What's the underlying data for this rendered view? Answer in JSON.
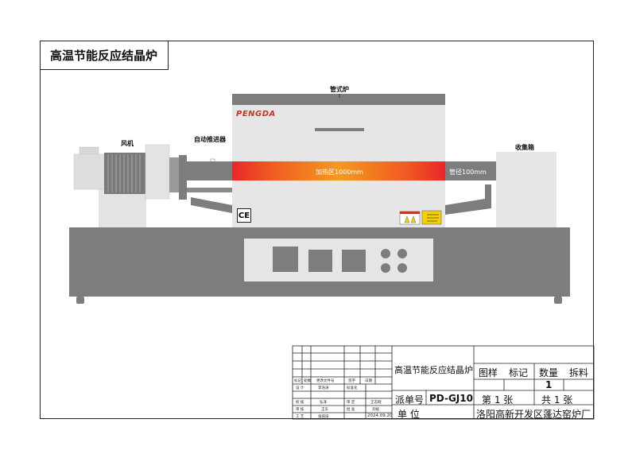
{
  "title": "高温节能反应结晶炉",
  "labels": {
    "tube_furnace": "管式炉",
    "fan": "风机",
    "auto_pusher": "自动推进器",
    "collection_box": "收集箱",
    "heating_zone": "加热区1000mm",
    "tube_diameter": "管径100mm"
  },
  "brand": {
    "logo_text": "PENGDA"
  },
  "ce_mark": "CE",
  "colors": {
    "furnace_body": "#e6e6e6",
    "dark_grey": "#7d7d7d",
    "heat_center": "#f49a1e",
    "heat_edge": "#e8262a"
  },
  "title_block": {
    "drawing_name": "高温节能反应结晶炉",
    "col_headers": [
      "图样",
      "标记",
      "数量",
      "拆料"
    ],
    "quantity": "1",
    "order_label": "派单号",
    "order_number": "PD-GJ10",
    "sheet": "第  1  张",
    "total": "共  1  张",
    "unit_label": "单  位",
    "company": "洛阳高新开发区蓬达窑炉厂",
    "small_headers": [
      "标记",
      "处数",
      "更改文件号",
      "签字",
      "日期"
    ],
    "standardization": "标准化",
    "roles": [
      {
        "role": "设 计",
        "name": "李浩涛"
      },
      {
        "role": "校 核",
        "name": "弘泽"
      },
      {
        "role": "审 核",
        "name": "王东"
      },
      {
        "role": "工 艺",
        "name": "张培培"
      }
    ],
    "approvals": [
      {
        "role": "审 定",
        "name": "王志刚"
      },
      {
        "role": "批 准",
        "name": "刘斌"
      }
    ],
    "date": "2024.09.20"
  }
}
